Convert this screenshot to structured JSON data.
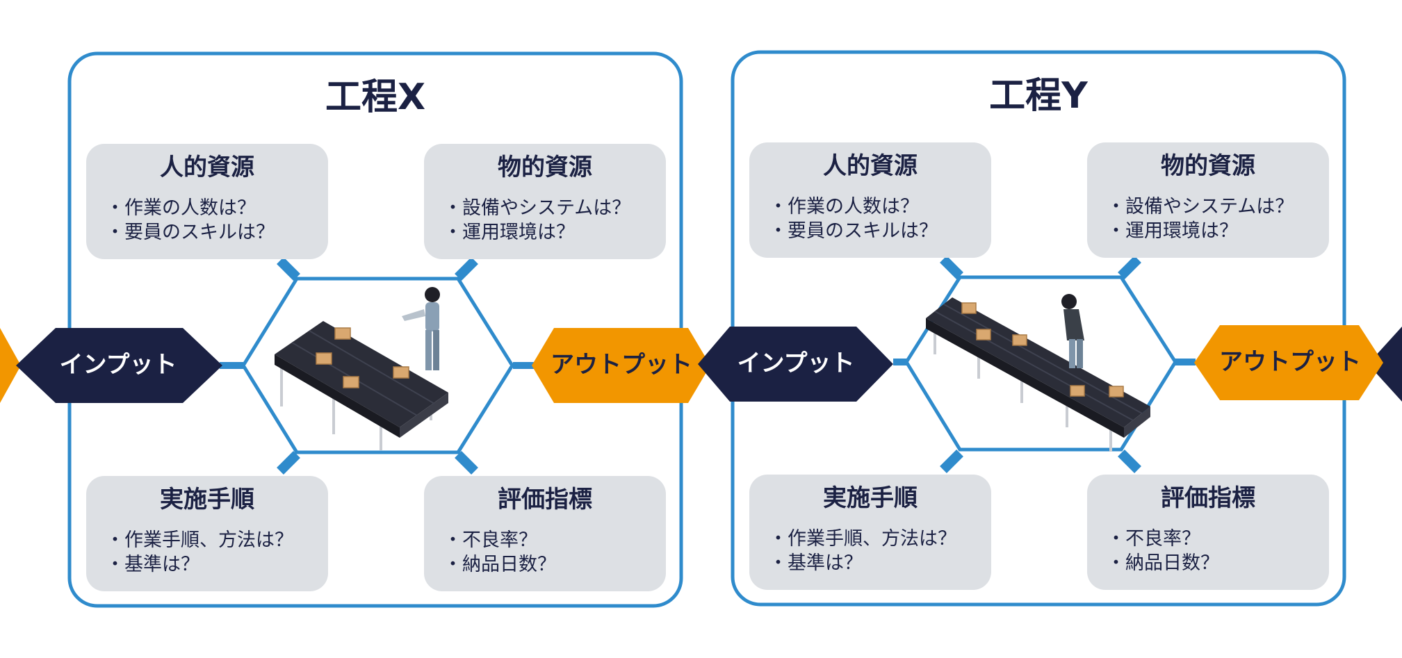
{
  "colors": {
    "panel_border": "#2f8bcc",
    "hex_line": "#2f8bcc",
    "card_bg": "#dde0e4",
    "text_navy": "#1b2143",
    "input_tag": "#1b2143",
    "output_tag": "#f29600"
  },
  "processes": [
    {
      "title": "工程X",
      "input_label": "インプット",
      "output_label": "アウトプット",
      "human": {
        "title": "人的資源",
        "items": [
          "・作業の人数は？",
          "・要員のスキルは？"
        ]
      },
      "physical": {
        "title": "物的資源",
        "items": [
          "・設備やシステムは？",
          "・運用環境は？"
        ]
      },
      "procedure": {
        "title": "実施手順",
        "items": [
          "・作業手順、方法は？",
          "・基準は？"
        ]
      },
      "metrics": {
        "title": "評価指標",
        "items": [
          "・不良率？",
          "・納品日数？"
        ]
      }
    },
    {
      "title": "工程Y",
      "input_label": "インプット",
      "output_label": "アウトプット",
      "human": {
        "title": "人的資源",
        "items": [
          "・作業の人数は？",
          "・要員のスキルは？"
        ]
      },
      "physical": {
        "title": "物的資源",
        "items": [
          "・設備やシステムは？",
          "・運用環境は？"
        ]
      },
      "procedure": {
        "title": "実施手順",
        "items": [
          "・作業手順、方法は？",
          "・基準は？"
        ]
      },
      "metrics": {
        "title": "評価指標",
        "items": [
          "・不良率？",
          "・納品日数？"
        ]
      }
    }
  ],
  "illustration": {
    "icon": "conveyor-belt-worker-illustration"
  }
}
